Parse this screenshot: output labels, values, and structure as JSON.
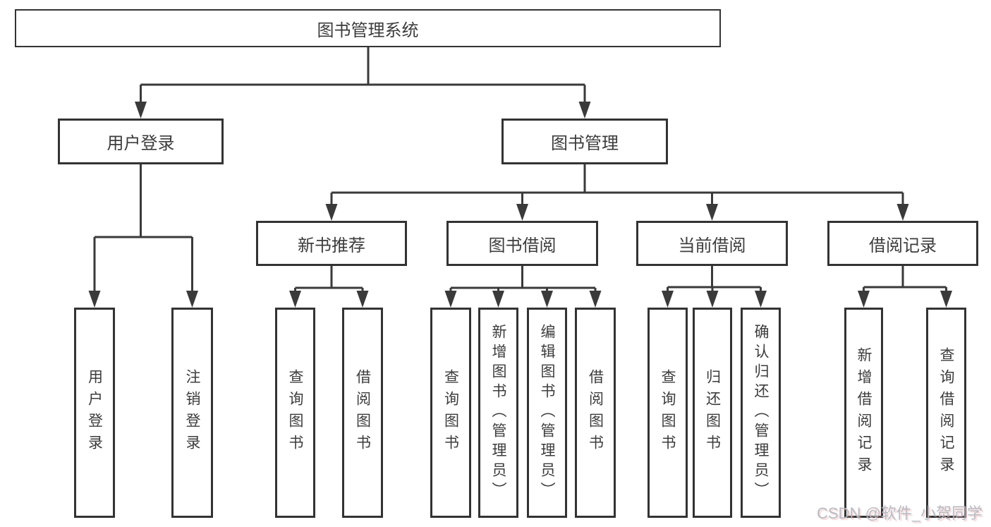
{
  "diagram": {
    "title": "图书管理系统",
    "watermark": "CSDN @软件_小贺同学",
    "nodes": {
      "root": {
        "label": "图书管理系统"
      },
      "user_login": {
        "label": "用户登录"
      },
      "book_management": {
        "label": "图书管理"
      },
      "new_book_recommend": {
        "label": "新书推荐"
      },
      "book_borrow": {
        "label": "图书借阅"
      },
      "current_borrow": {
        "label": "当前借阅"
      },
      "borrow_records": {
        "label": "借阅记录"
      },
      "login_leaf": {
        "label": "用户登录"
      },
      "logout_leaf": {
        "label": "注销登录"
      },
      "query_book_a": {
        "label": "查询图书"
      },
      "borrow_book_a": {
        "label": "借阅图书"
      },
      "query_book_b": {
        "label": "查询图书"
      },
      "add_book": {
        "label": "新增图书（管理员）"
      },
      "edit_book": {
        "label": "编辑图书（管理员）"
      },
      "borrow_book_b": {
        "label": "借阅图书"
      },
      "query_book_c": {
        "label": "查询图书"
      },
      "return_book": {
        "label": "归还图书"
      },
      "confirm_return": {
        "label": "确认归还（管理员）"
      },
      "add_borrow_record": {
        "label": "新增借阅记录"
      },
      "query_borrow_record": {
        "label": "查询借阅记录"
      }
    },
    "hierarchy": [
      {
        "parent": "图书管理系统",
        "children": [
          "用户登录",
          "图书管理"
        ]
      },
      {
        "parent": "用户登录",
        "children": [
          "用户登录",
          "注销登录"
        ]
      },
      {
        "parent": "图书管理",
        "children": [
          "新书推荐",
          "图书借阅",
          "当前借阅",
          "借阅记录"
        ]
      },
      {
        "parent": "新书推荐",
        "children": [
          "查询图书",
          "借阅图书"
        ]
      },
      {
        "parent": "图书借阅",
        "children": [
          "查询图书",
          "新增图书（管理员）",
          "编辑图书（管理员）",
          "借阅图书"
        ]
      },
      {
        "parent": "当前借阅",
        "children": [
          "查询图书",
          "归还图书",
          "确认归还（管理员）"
        ]
      },
      {
        "parent": "借阅记录",
        "children": [
          "新增借阅记录",
          "查询借阅记录"
        ]
      }
    ],
    "line_color": "#3a3a3a",
    "text_color": "#3c3c3c",
    "watermark_color": "#b4b8bf"
  }
}
